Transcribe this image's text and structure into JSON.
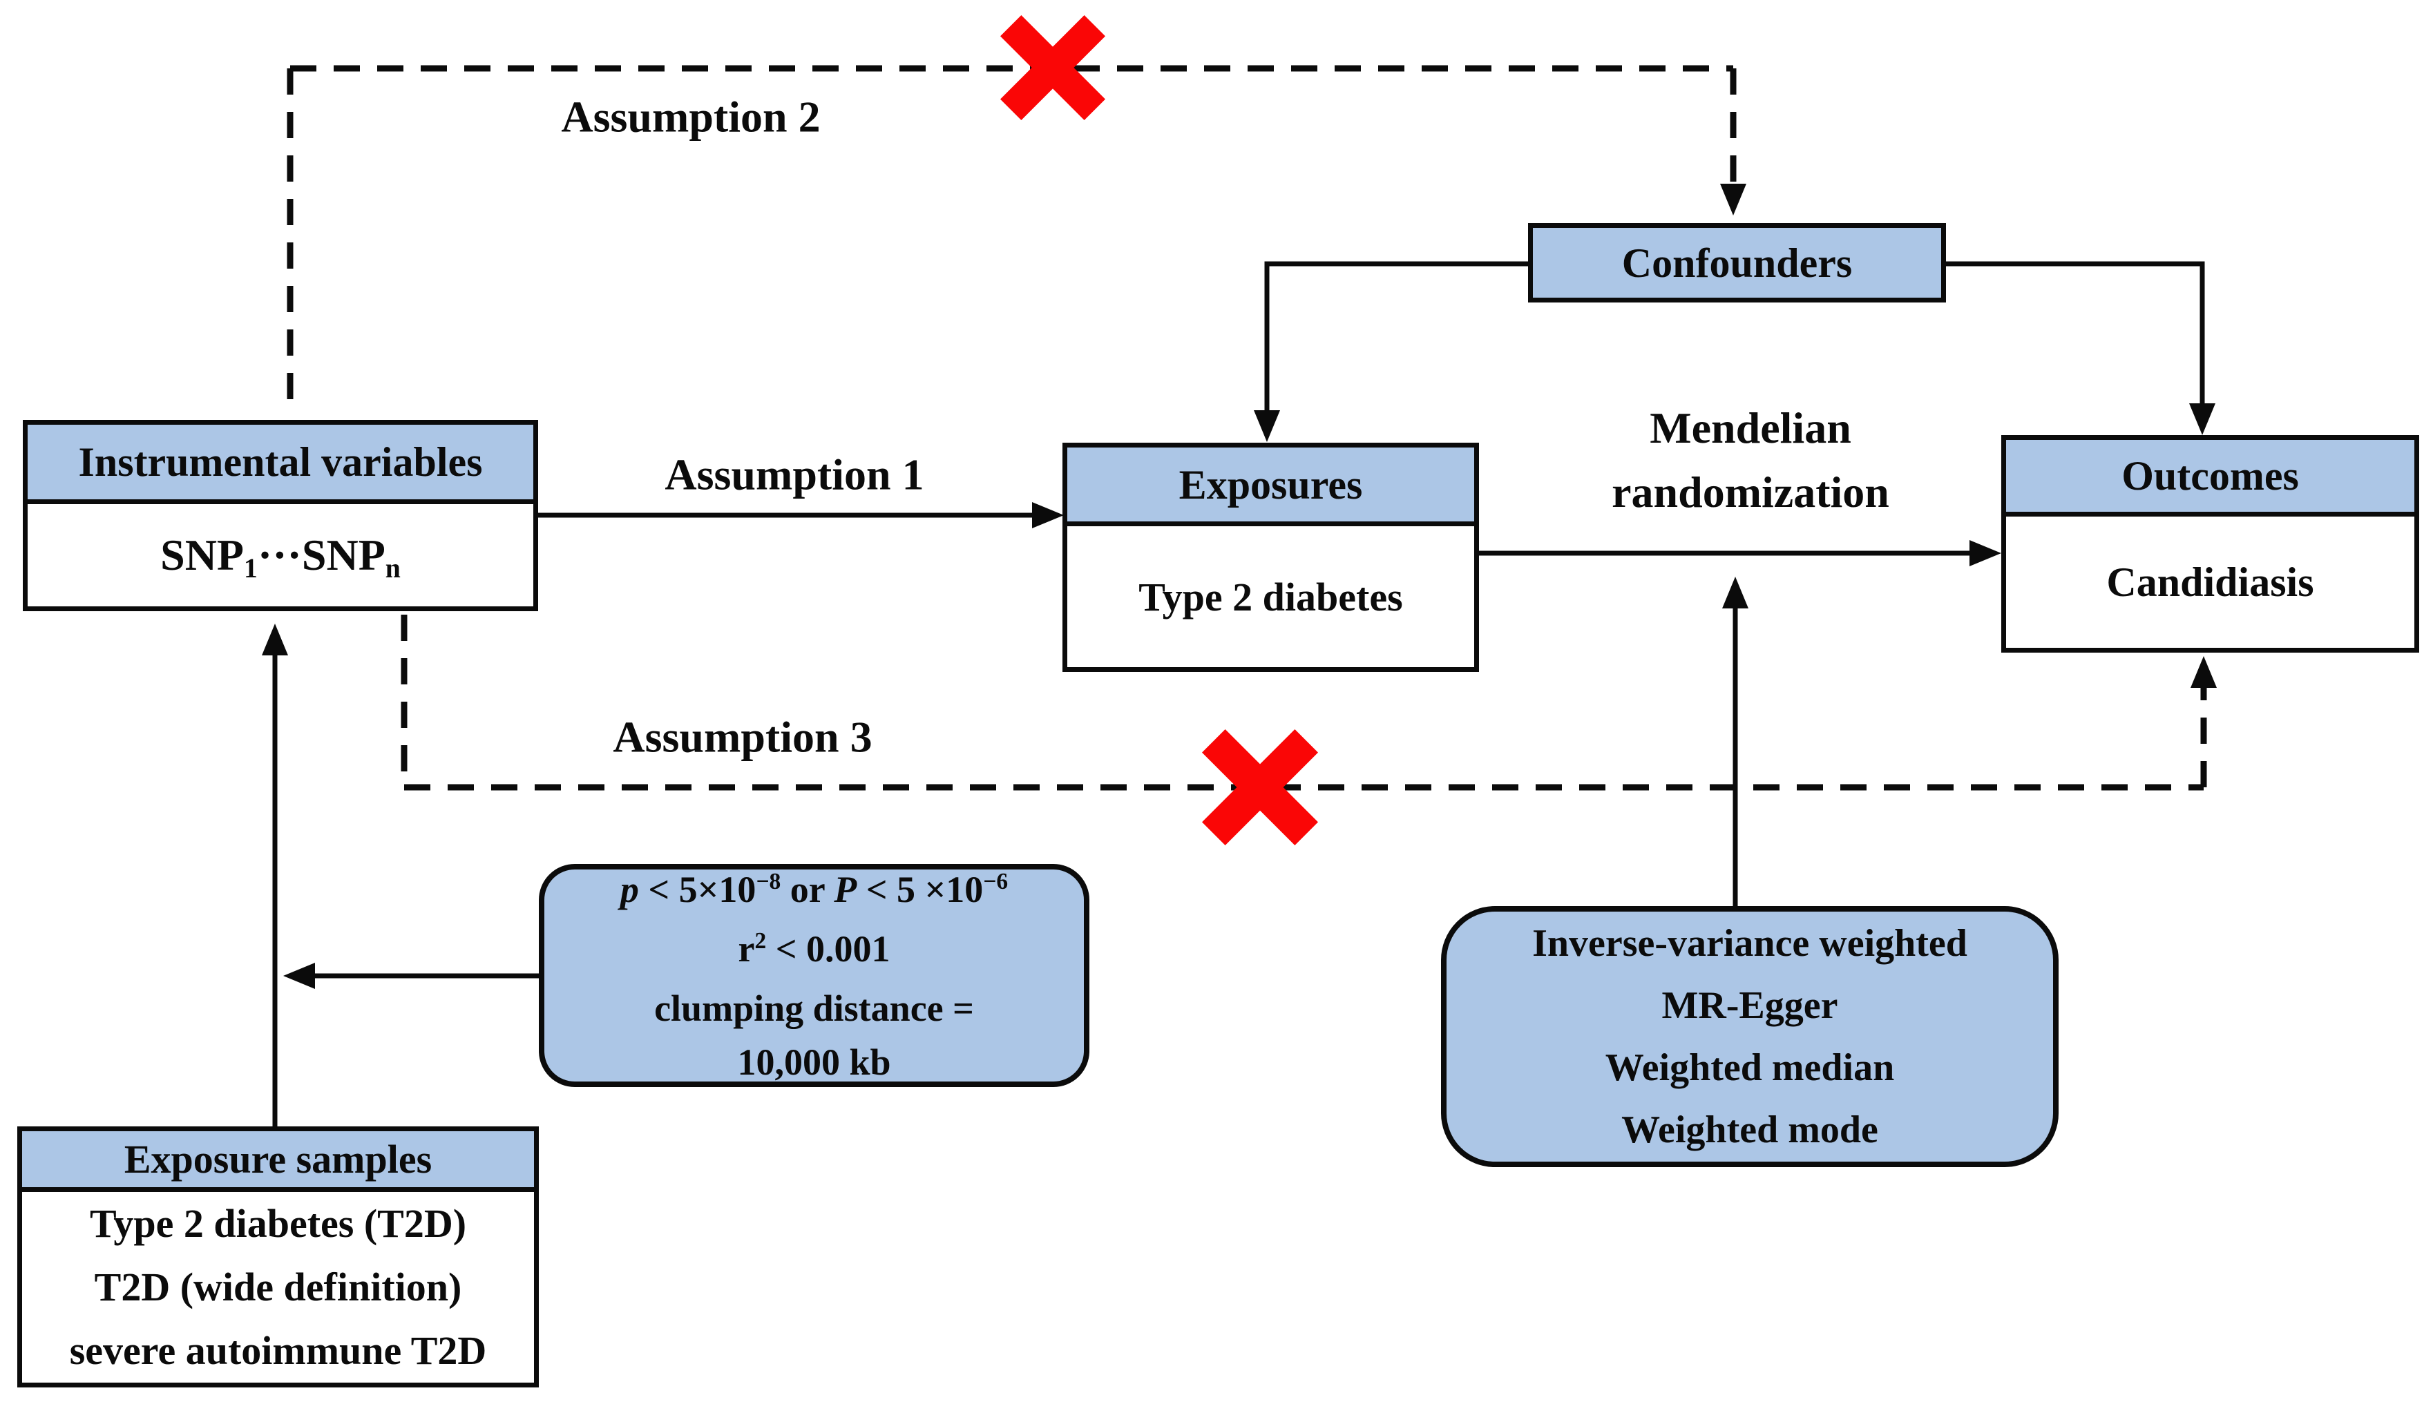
{
  "diagram": {
    "labels": {
      "assumption1": "Assumption 1",
      "assumption2": "Assumption 2",
      "assumption3": "Assumption 3",
      "mr_line1": "Mendelian",
      "mr_line2": "randomization"
    },
    "boxes": {
      "instrumental_variables": {
        "title": "Instrumental variables",
        "snp1": "SNP",
        "snp1_sub": "1",
        "dots": "···",
        "snp2": "SNP",
        "snp2_sub": "n"
      },
      "exposures": {
        "title": "Exposures",
        "body": "Type 2 diabetes"
      },
      "outcomes": {
        "title": "Outcomes",
        "body": "Candidiasis"
      },
      "confounders": {
        "title": "Confounders"
      },
      "exposure_samples": {
        "title": "Exposure samples",
        "lines": [
          "Type 2 diabetes (T2D)",
          "T2D (wide definition)",
          "severe autoimmune T2D"
        ]
      },
      "snp_criteria": {
        "p_italic": "p",
        "seg1": " < 5×10",
        "sup1": "−8",
        "seg2": " or ",
        "P_italic": "P",
        "seg3": " < 5 ×10",
        "sup2": "−6",
        "r_base": "r",
        "r_sup": "2",
        "r_rest": " < 0.001",
        "line3": "clumping distance =",
        "line4": "10,000 kb"
      },
      "mr_methods": {
        "lines": [
          "Inverse-variance weighted",
          "MR-Egger",
          "Weighted median",
          "Weighted mode"
        ]
      }
    },
    "colors": {
      "box_fill": "#acc6e6",
      "line": "#0b0b0b",
      "cross": "#fa0606"
    }
  }
}
